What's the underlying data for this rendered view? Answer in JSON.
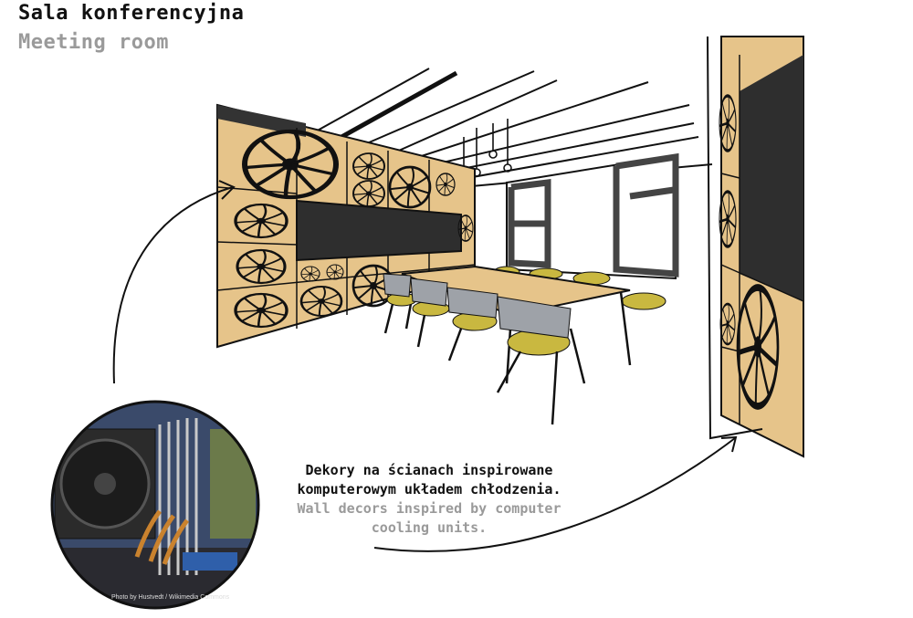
{
  "header": {
    "title_pl": "Sala konferencyjna",
    "title_en": "Meeting room"
  },
  "caption": {
    "line1_pl": "Dekory na ścianach inspirowane",
    "line2_pl": "komputerowym układem chłodzenia.",
    "line1_en": "Wall decors inspired by computer",
    "line2_en": "cooling units."
  },
  "photo": {
    "credit": "Photo by Hustvedt / Wikimedia Commons"
  },
  "colors": {
    "plywood": "#e6c48a",
    "chair_seat": "#c9b840",
    "chair_back": "#9ea2a8",
    "screen": "#2e2e2e",
    "ink": "#111111",
    "subtitle_gray": "#9a9a9a"
  }
}
